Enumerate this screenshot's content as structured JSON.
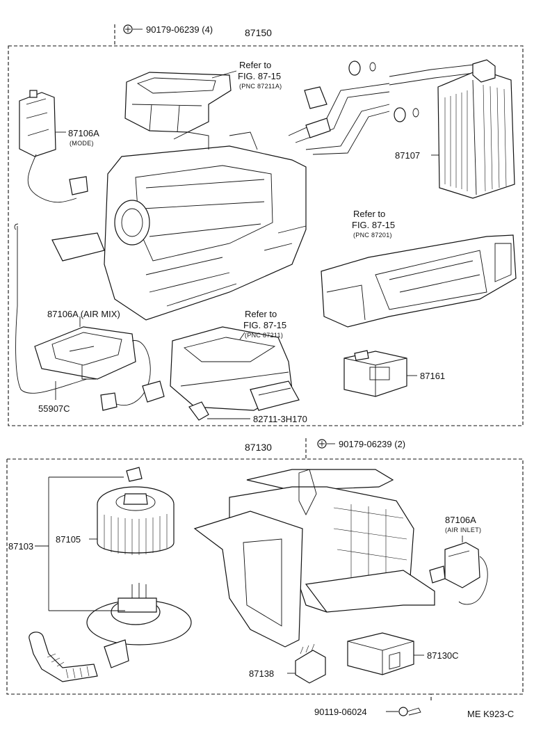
{
  "callouts": {
    "p_90179_06239_4": "90179-06239 (4)",
    "p_87150": "87150",
    "ref_a_line1": "Refer to",
    "ref_a_line2": "FIG. 87-15",
    "ref_a_line3": "(PNC 87211A)",
    "p_87106a_mode": "87106A",
    "p_87106a_mode_sub": "(MODE)",
    "p_87107": "87107",
    "ref_b_line1": "Refer to",
    "ref_b_line2": "FIG. 87-15",
    "ref_b_line3": "(PNC 87201)",
    "p_87106a_airmix": "87106A (AIR MIX)",
    "ref_c_line1": "Refer to",
    "ref_c_line2": "FIG. 87-15",
    "ref_c_line3": "(PNC 87211)",
    "p_87161": "87161",
    "p_55907c": "55907C",
    "p_82711_3h170": "82711-3H170",
    "p_87130": "87130",
    "p_90179_06239_2": "90179-06239 (2)",
    "p_87103": "87103",
    "p_87105": "87105",
    "p_87106a_inlet": "87106A",
    "p_87106a_inlet_sub": "(AIR INLET)",
    "p_87138": "87138",
    "p_87130c": "87130C",
    "p_90119_06024": "90119-06024",
    "figure_code": "ME  K923-C"
  }
}
